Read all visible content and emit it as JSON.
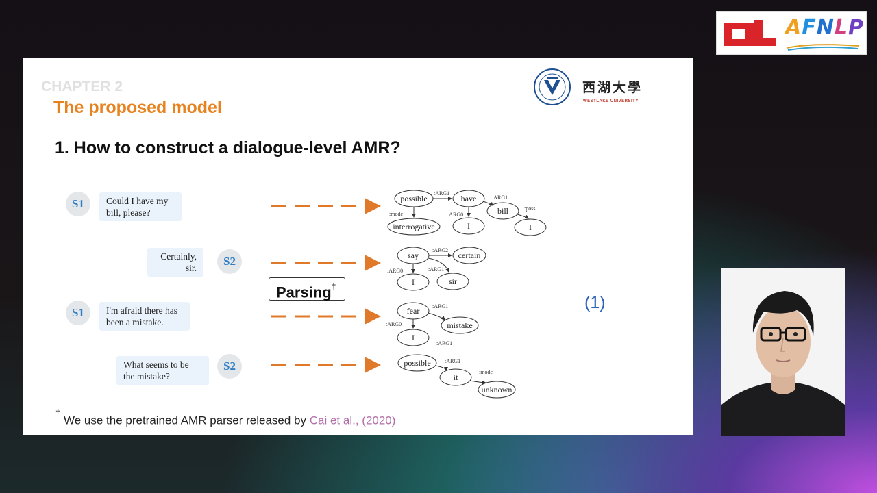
{
  "conference_logo": {
    "name": "AFNLP",
    "letters": [
      "A",
      "F",
      "N",
      "L",
      "P"
    ]
  },
  "slide": {
    "chapter": "CHAPTER 2",
    "section": "The proposed model",
    "question": "1. How to construct a dialogue-level AMR?",
    "university": {
      "cn": "西湖大學",
      "en": "WESTLAKE UNIVERSITY"
    },
    "dialogue": [
      {
        "speaker": "S1",
        "text": "Could I have my\nbill, please?"
      },
      {
        "speaker": "S2",
        "text": "Certainly,\nsir."
      },
      {
        "speaker": "S1",
        "text": "I'm afraid there has\nbeen a mistake."
      },
      {
        "speaker": "S2",
        "text": "What seems to be\nthe mistake?"
      }
    ],
    "parsing_label": "Parsing",
    "parsing_mark": "†",
    "equation_number": "(1)",
    "graphs": [
      {
        "nodes": [
          "possible",
          "have",
          "bill",
          "interrogative",
          "I",
          "I"
        ],
        "edges": [
          ":ARG1",
          ":ARG1",
          ":mode",
          ":ARG0",
          ":poss"
        ]
      },
      {
        "nodes": [
          "say",
          "certain",
          "I",
          "sir"
        ],
        "edges": [
          ":ARG2",
          ":ARG0",
          ":ARG1"
        ]
      },
      {
        "nodes": [
          "fear",
          "mistake",
          "I"
        ],
        "edges": [
          ":ARG1",
          ":ARG0",
          ":ARG1"
        ]
      },
      {
        "nodes": [
          "possible",
          "it",
          "unknown"
        ],
        "edges": [
          ":ARG1",
          ":mode"
        ]
      }
    ],
    "footnote": {
      "mark": "†",
      "text": "We use the pretrained AMR parser released by",
      "citation": "Cai et al., (2020)"
    }
  },
  "colors": {
    "accent": "#e8821e",
    "speaker": "#2f7ec6",
    "citation": "#b06fa8",
    "equation": "#2f64b5"
  },
  "webcam": {
    "label": "presenter-video"
  }
}
